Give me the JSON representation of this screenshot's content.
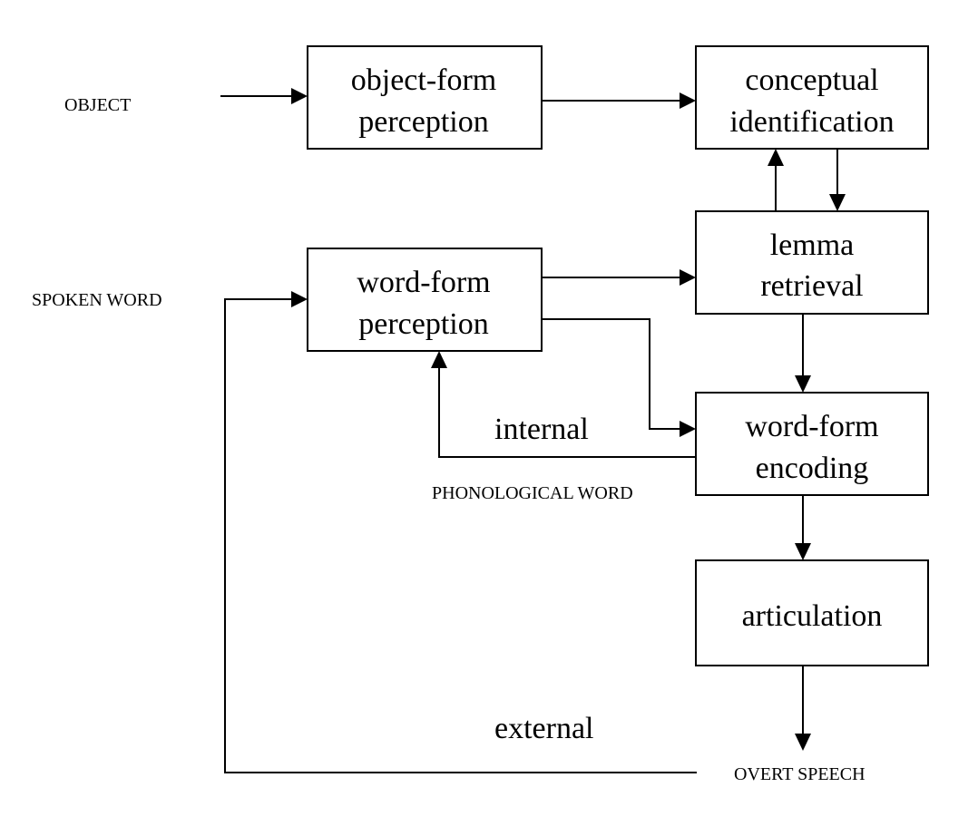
{
  "inputs": {
    "object": "OBJECT",
    "spoken_word": "SPOKEN WORD"
  },
  "boxes": {
    "object_form_perception": [
      "object-form",
      "perception"
    ],
    "conceptual_identification": [
      "conceptual",
      "identification"
    ],
    "lemma_retrieval": [
      "lemma",
      "retrieval"
    ],
    "word_form_perception": [
      "word-form",
      "perception"
    ],
    "word_form_encoding": [
      "word-form",
      "encoding"
    ],
    "articulation": [
      "articulation"
    ]
  },
  "loops": {
    "internal": "internal",
    "phonological_word": "PHONOLOGICAL WORD",
    "external": "external",
    "overt_speech": "OVERT SPEECH"
  },
  "colors": {
    "stroke": "#000000",
    "background": "#ffffff"
  }
}
